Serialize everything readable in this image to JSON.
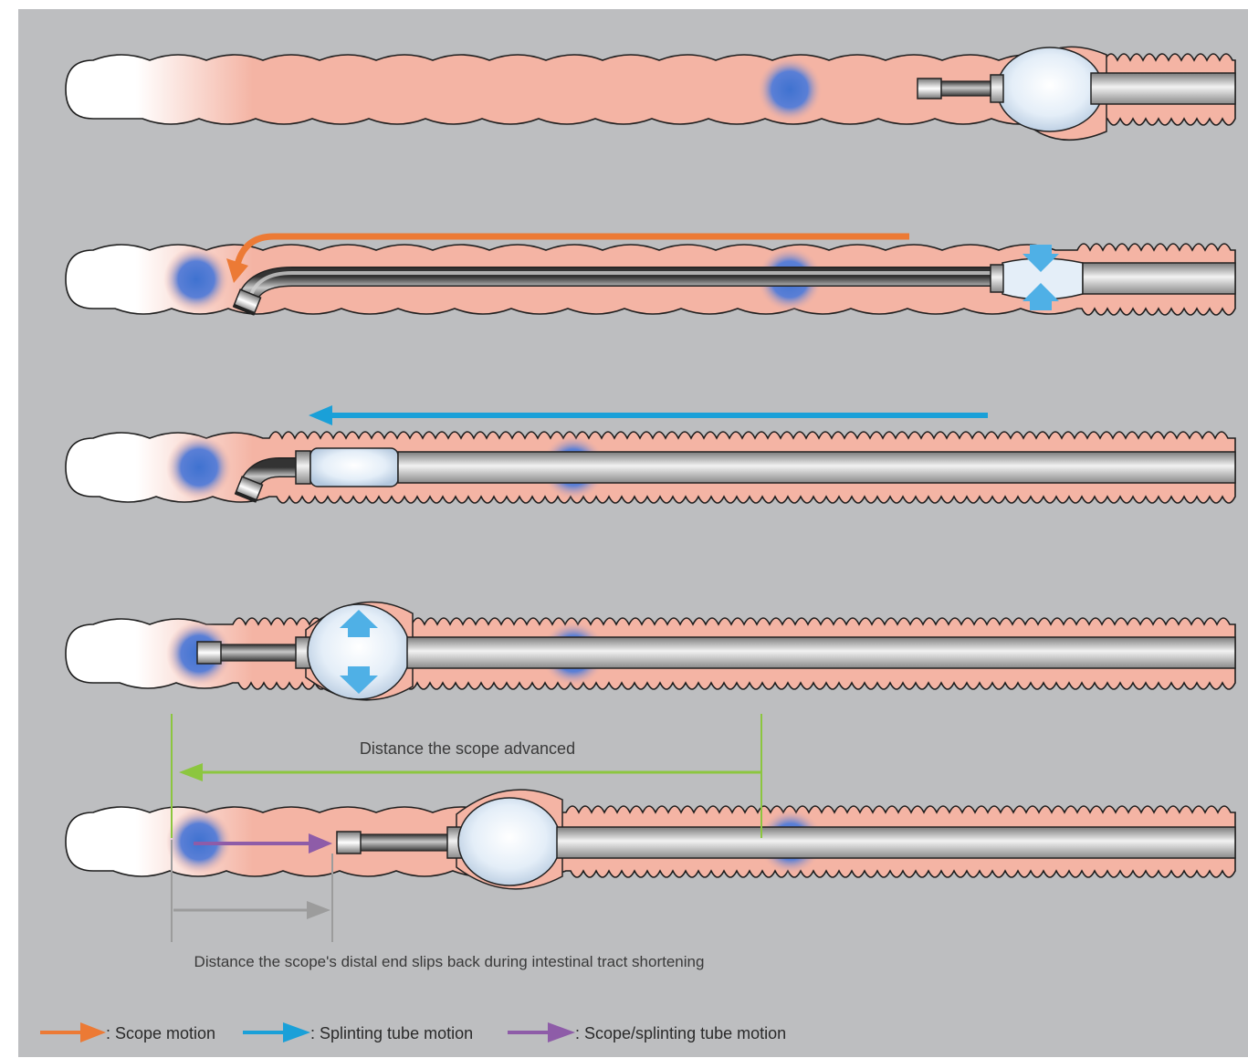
{
  "colors": {
    "background": "#bdbec0",
    "tissue": "#f4b4a4",
    "scope_motion": "#ec7a35",
    "splinting_tube_motion": "#1aa0d8",
    "combined_motion": "#8e5ca8",
    "measure_green": "#8cc63f",
    "measure_gray": "#9c9c9c",
    "lesion_blue": "#3f72d0"
  },
  "labels": {
    "distance_advanced": "Distance the scope advanced",
    "distance_slip": "Distance the scope's distal end slips back during intestinal tract shortening"
  },
  "legend": [
    {
      "label": ": Scope motion",
      "color": "#ec7a35",
      "icon": "orange-arrow-icon"
    },
    {
      "label": ": Splinting tube motion",
      "color": "#1aa0d8",
      "icon": "blue-arrow-icon"
    },
    {
      "label": ": Scope/splinting tube motion",
      "color": "#8e5ca8",
      "icon": "purple-arrow-icon"
    }
  ]
}
